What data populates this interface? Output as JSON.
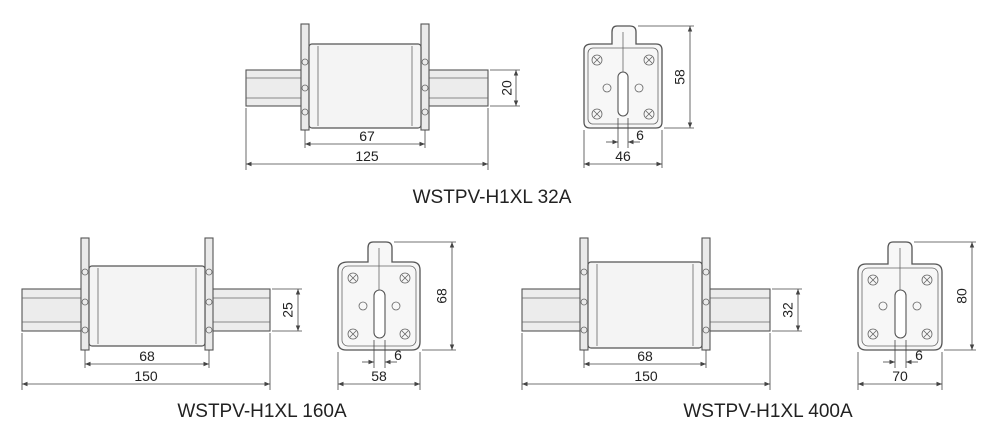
{
  "models": [
    {
      "caption": "WSTPV-H1XL 32A",
      "side": {
        "body_length": "67",
        "overall_length": "125",
        "blade_height": "20"
      },
      "end": {
        "height": "58",
        "width": "46",
        "slot": "6"
      }
    },
    {
      "caption": "WSTPV-H1XL 160A",
      "side": {
        "body_length": "68",
        "overall_length": "150",
        "blade_height": "25"
      },
      "end": {
        "height": "68",
        "width": "58",
        "slot": "6"
      }
    },
    {
      "caption": "WSTPV-H1XL 400A",
      "side": {
        "body_length": "68",
        "overall_length": "150",
        "blade_height": "32"
      },
      "end": {
        "height": "80",
        "width": "70",
        "slot": "6"
      }
    }
  ]
}
